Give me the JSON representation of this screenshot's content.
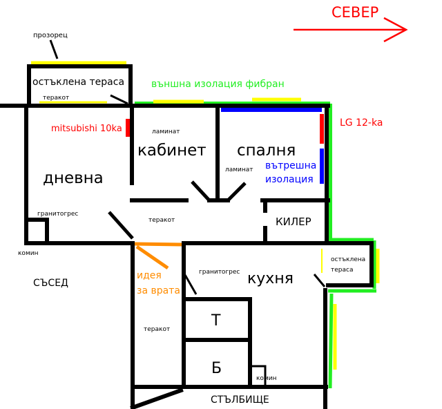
{
  "colors": {
    "north": "#ff0000",
    "insulation_outer": "#22ee22",
    "insulation_inner": "#0000ff",
    "window": "#ffff00",
    "ac": "#ff0000",
    "idea": "#ff8c00"
  },
  "labels": {
    "north": "СЕВЕР",
    "window": "прозорец",
    "terrace_top": "остъклена тераса",
    "terrace_floor": "теракот",
    "outer_insulation": "външна изолация фибран",
    "ac_mitsubishi": "mitsubishi 10ka",
    "ac_lg": "LG 12-ka",
    "office_floor": "ламинат",
    "office": "кабинет",
    "bedroom": "спалня",
    "bedroom_floor": "ламинат",
    "inner_insulation_1": "вътрешна",
    "inner_insulation_2": "изолация",
    "living": "дневна",
    "living_floor": "гранитогрес",
    "chimney_left": "комин",
    "hall_floor": "теракот",
    "pantry": "КИЛЕР",
    "neighbor": "СЪСЕД",
    "idea_1": "идея",
    "idea_2": "за врата",
    "kitchen_floor": "гранитогрес",
    "kitchen": "кухня",
    "terrace_right_1": "остъклена",
    "terrace_right_2": "тераса",
    "corridor_floor": "теракот",
    "toilet": "Т",
    "bath": "Б",
    "chimney_right": "комин",
    "stairs": "СТЪЛБИЩЕ"
  }
}
